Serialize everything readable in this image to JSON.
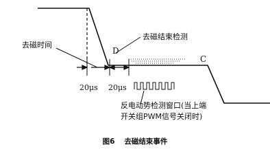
{
  "labels": {
    "demag_time": "去磁时间",
    "demag_end_detect": "去磁结束检测",
    "point_d": "D",
    "point_c": "C",
    "delay_1": "20μs",
    "delay_2": "20μs",
    "window_line1": "反电动势检测窗口(当上端",
    "window_line2": "开关组PWM信号关闭时)"
  },
  "caption": {
    "number": "图6",
    "title": "去磁结束事件"
  }
}
